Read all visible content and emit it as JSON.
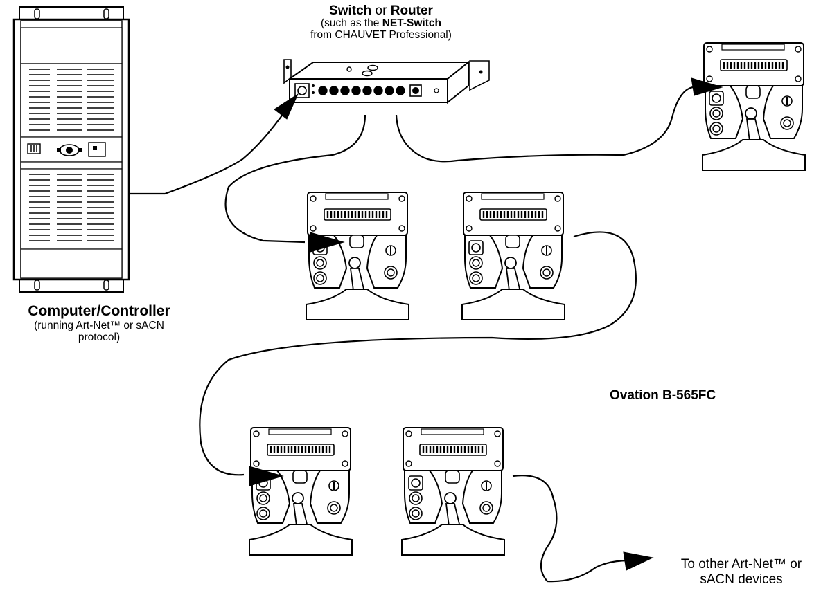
{
  "switch": {
    "title_bold_1": "Switch",
    "title_connector": " or ",
    "title_bold_2": "Router",
    "sub_line1_prefix": "(such as the ",
    "sub_line1_bold": "NET-Switch",
    "sub_line2": "from CHAUVET Professional)"
  },
  "computer": {
    "title": "Computer/Controller",
    "sub_line1": "(running Art-Net™ or sACN",
    "sub_line2": "protocol)"
  },
  "fixture": {
    "model_label": "Ovation B-565FC"
  },
  "destination": {
    "line1": "To other Art-Net™ or",
    "line2": "sACN devices"
  },
  "colors": {
    "line": "#000000",
    "fill": "#ffffff"
  },
  "icons": {
    "computer": "rack-controller-icon",
    "switch": "network-switch-icon",
    "fixture": "ovation-fixture-icon",
    "arrow": "arrowhead-icon"
  }
}
